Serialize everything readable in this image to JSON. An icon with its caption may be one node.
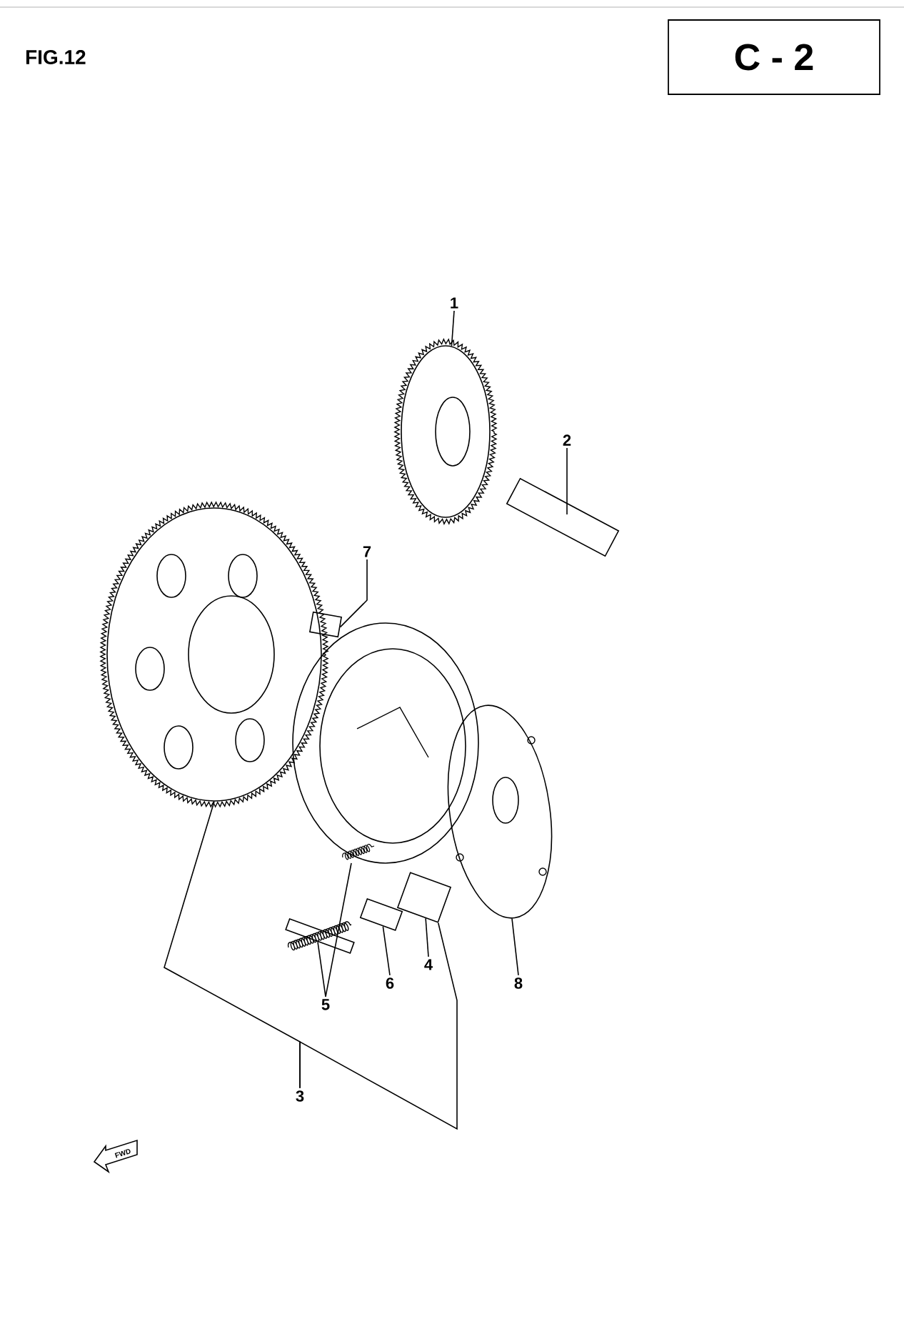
{
  "diagram": {
    "title": "FIG.12",
    "nodes": [
      {
        "text": [
          "C - 2"
        ]
      },
      {
        "text": [
          "1"
        ]
      },
      {
        "text": [
          "2"
        ]
      },
      {
        "text": [
          "7"
        ]
      },
      {
        "text": [
          "5"
        ]
      },
      {
        "text": [
          "6"
        ]
      },
      {
        "text": [
          "4"
        ]
      },
      {
        "text": [
          "8"
        ]
      },
      {
        "text": [
          "3"
        ]
      },
      {
        "text": [],
        "shape": "picture"
      },
      {
        "text": [],
        "shape": "picture"
      },
      {
        "text": [],
        "shape": "picture"
      },
      {
        "text": [],
        "shape": "picture"
      },
      {
        "text": [],
        "shape": "picture"
      },
      {
        "text": [],
        "shape": "picture"
      },
      {
        "text": [],
        "shape": "picture"
      },
      {
        "text": [],
        "shape": "picture"
      },
      {
        "text": [],
        "shape": "picture"
      }
    ],
    "edges": [
      {
        "from": 1,
        "to": 9,
        "arrow": "none"
      },
      {
        "from": 2,
        "to": 10,
        "arrow": "none"
      },
      {
        "from": 3,
        "to": 12,
        "arrow": "none"
      },
      {
        "from": 4,
        "to": 17,
        "arrow": "none"
      },
      {
        "from": 4,
        "to": 13,
        "arrow": "none"
      },
      {
        "from": 5,
        "to": 16,
        "arrow": "none"
      },
      {
        "from": 6,
        "to": 15,
        "arrow": "none"
      },
      {
        "from": 7,
        "to": 14,
        "arrow": "none"
      },
      {
        "from": 8,
        "to": 11,
        "arrow": "none"
      },
      {
        "from": 8,
        "to": 15,
        "arrow": "none"
      }
    ],
    "labels": [
      "FWD"
    ]
  }
}
